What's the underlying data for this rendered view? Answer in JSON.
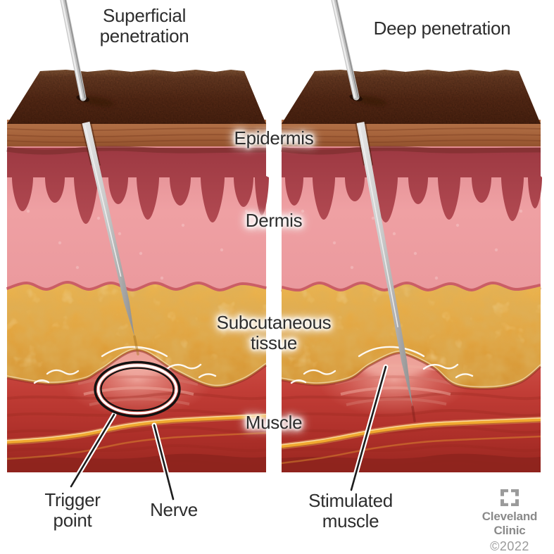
{
  "titles": {
    "left": "Superficial penetration",
    "right": "Deep penetration"
  },
  "layer_labels": {
    "epidermis": "Epidermis",
    "dermis": "Dermis",
    "subcutaneous": "Subcutaneous tissue",
    "muscle": "Muscle"
  },
  "annotations": {
    "trigger_point": "Trigger point",
    "nerve": "Nerve",
    "stimulated_muscle": "Stimulated muscle"
  },
  "credit": {
    "org_line1": "Cleveland",
    "org_line2": "Clinic",
    "copyright": "©2022"
  },
  "colors": {
    "background": "#ffffff",
    "skin_surface_dark": "#5a2b16",
    "skin_surface_light": "#8a5a38",
    "epidermis_tan": "#a5623a",
    "dermis_pink": "#efa0a3",
    "dermis_papillae": "#b24a52",
    "subcutaneous_gold": "#e3a138",
    "muscle_red": "#c03c35",
    "muscle_dark": "#8c231d",
    "nerve_yellow": "#f0a930",
    "needle_gray": "#c3c3c3",
    "annotation_line": "#1c1c1c",
    "label_text": "#2d2d2d",
    "credit_gray": "#8a8a8a"
  }
}
